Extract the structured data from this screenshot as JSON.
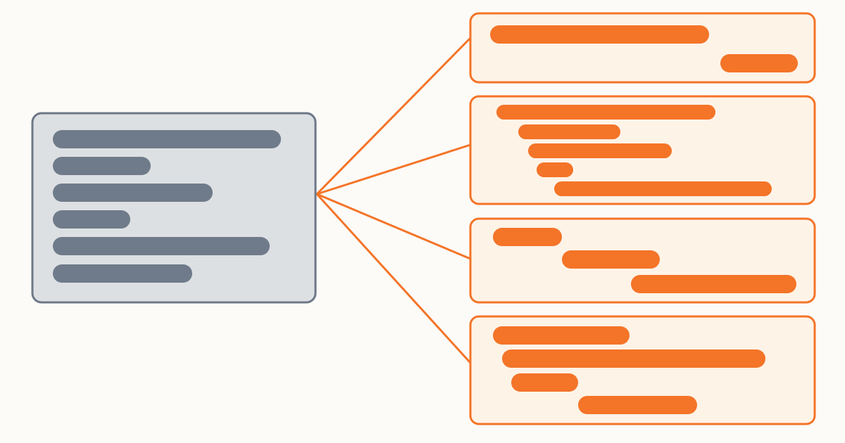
{
  "colors": {
    "background": "#fcfbf8",
    "source_fill": "#dde0e3",
    "source_stroke": "#6d7888",
    "source_bar": "#6f7b8a",
    "accent": "#f47428",
    "target_fill": "#fef3e7"
  },
  "source_card": {
    "label_bars": 6
  },
  "target_cards": [
    {
      "id": "target-1",
      "label_bars": 2
    },
    {
      "id": "target-2",
      "label_bars": 5
    },
    {
      "id": "target-3",
      "label_bars": 3
    },
    {
      "id": "target-4",
      "label_bars": 4
    }
  ]
}
